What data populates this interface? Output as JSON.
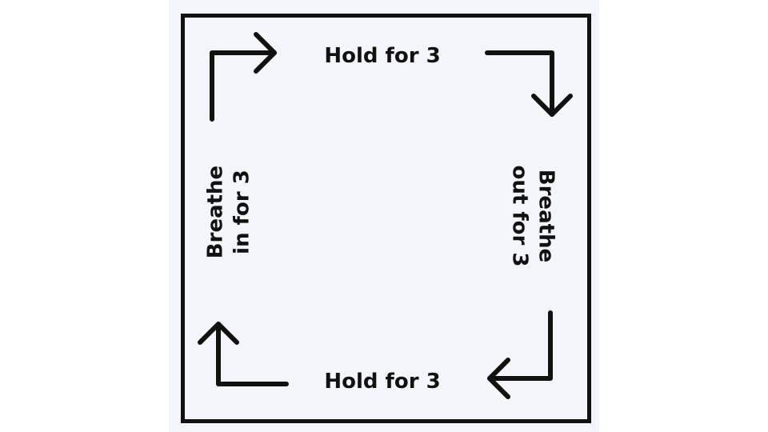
{
  "diagram": {
    "top_label": "Hold for 3",
    "bottom_label": "Hold for 3",
    "left_label": [
      "Breathe",
      "in for 3"
    ],
    "right_label": [
      "Breathe",
      "out for 3"
    ]
  },
  "colors": {
    "stroke": "#111111",
    "panel": "#f4f5fa"
  },
  "icons": [
    "corner-arrow-right-icon",
    "corner-arrow-down-icon",
    "corner-arrow-left-icon",
    "corner-arrow-up-icon"
  ]
}
